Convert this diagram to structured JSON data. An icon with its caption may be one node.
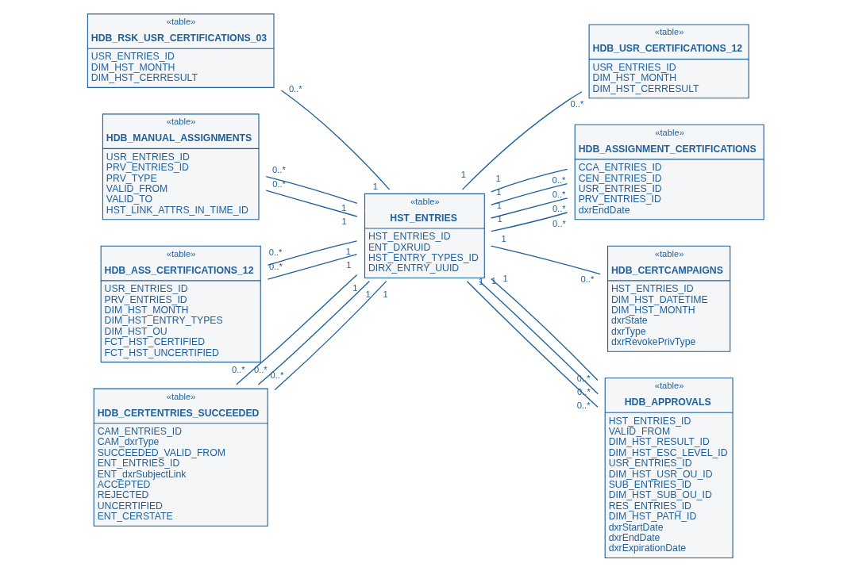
{
  "diagram": {
    "nodes": [
      {
        "text": [
          "«table»",
          "HDB_RSK_USR_CERTIFICATIONS_03",
          "USR_ENTRIES_ID",
          "DIM_HST_MONTH",
          "DIM_HST_CERRESULT"
        ]
      },
      {
        "text": [
          "«table»",
          "HDB_USR_CERTIFICATIONS_12",
          "USR_ENTRIES_ID",
          "DIM_HST_MONTH",
          "DIM_HST_CERRESULT"
        ]
      },
      {
        "text": [
          "«table»",
          "HDB_MANUAL_ASSIGNMENTS",
          "USR_ENTRIES_ID",
          "PRV_ENTRIES_ID",
          "PRV_TYPE",
          "VALID_FROM",
          "VALID_TO",
          "HST_LINK_ATTRS_IN_TIME_ID"
        ]
      },
      {
        "text": [
          "«table»",
          "HST_ENTRIES",
          "HST_ENTRIES_ID",
          "ENT_DXRUID",
          "HST_ENTRY_TYPES_ID",
          "DIRX_ENTRY_UUID"
        ]
      },
      {
        "text": [
          "«table»",
          "HDB_ASSIGNMENT_CERTIFICATIONS",
          "CCA_ENTRIES_ID",
          "CEN_ENTRIES_ID",
          "USR_ENTRIES_ID",
          "PRV_ENTRIES_ID",
          "dxrEndDate"
        ]
      },
      {
        "text": [
          "«table»",
          "HDB_CERTCAMPAIGNS",
          "HST_ENTRIES_ID",
          "DIM_HST_DATETIME",
          "DIM_HST_MONTH",
          "dxrState",
          "dxrType",
          "dxrRevokePrivType"
        ]
      },
      {
        "text": [
          "«table»",
          "HDB_ASS_CERTIFICATIONS_12",
          "USR_ENTRIES_ID",
          "PRV_ENTRIES_ID",
          "DIM_HST_MONTH",
          "DIM_HST_ENTRY_TYPES",
          "DIM_HST_OU",
          "FCT_HST_CERTIFIED",
          "FCT_HST_UNCERTIFIED"
        ]
      },
      {
        "text": [
          "«table»",
          "HDB_APPROVALS",
          "HST_ENTRIES_ID",
          "VALID_FROM",
          "DIM_HST_RESULT_ID",
          "DIM_HST_ESC_LEVEL_ID",
          "USR_ENTRIES_ID",
          "DIM_HST_USR_OU_ID",
          "SUB_ENTRIES_ID",
          "DIM_HST_SUB_OU_ID",
          "RES_ENTRIES_ID",
          "DIM_HST_PATH_ID",
          "dxrStartDate",
          "dxrEndDate",
          "dxrExpirationDate"
        ]
      },
      {
        "text": [
          "«table»",
          "HDB_CERTENTRIES_SUCCEEDED",
          "CAM_ENTRIES_ID",
          "CAM_dxrType",
          "SUCCEEDED_VALID_FROM",
          "ENT_ENTRIES_ID",
          "ENT_dxrSubjectLink",
          "ACCEPTED",
          "REJECTED",
          "UNCERTIFIED",
          "ENT_CERSTATE"
        ]
      }
    ],
    "edges": [
      {
        "from": 0,
        "to": 3,
        "arrow": "none"
      },
      {
        "from": 1,
        "to": 3,
        "arrow": "none"
      },
      {
        "from": 2,
        "to": 3,
        "arrow": "none"
      },
      {
        "from": 2,
        "to": 3,
        "arrow": "none"
      },
      {
        "from": 4,
        "to": 3,
        "arrow": "none"
      },
      {
        "from": 4,
        "to": 3,
        "arrow": "none"
      },
      {
        "from": 4,
        "to": 3,
        "arrow": "none"
      },
      {
        "from": 4,
        "to": 3,
        "arrow": "none"
      },
      {
        "from": 5,
        "to": 3,
        "arrow": "none"
      },
      {
        "from": 6,
        "to": 3,
        "arrow": "none"
      },
      {
        "from": 6,
        "to": 3,
        "arrow": "none"
      },
      {
        "from": 7,
        "to": 3,
        "arrow": "none"
      },
      {
        "from": 7,
        "to": 3,
        "arrow": "none"
      },
      {
        "from": 7,
        "to": 3,
        "arrow": "none"
      },
      {
        "from": 8,
        "to": 3,
        "arrow": "none"
      },
      {
        "from": 8,
        "to": 3,
        "arrow": "none"
      },
      {
        "from": 8,
        "to": 3,
        "arrow": "none"
      }
    ],
    "labels": [
      "0..*",
      "1",
      "0..*",
      "1",
      "0..*",
      "1",
      "0..*",
      "1",
      "0..*",
      "1",
      "0..*",
      "1",
      "0..*",
      "1",
      "0..*",
      "1",
      "0..*",
      "1",
      "0..*",
      "1",
      "0..*",
      "1",
      "0..*",
      "1",
      "0..*",
      "1",
      "0..*",
      "1",
      "0..*",
      "1",
      "0..*",
      "1",
      "0..*",
      "1"
    ]
  }
}
